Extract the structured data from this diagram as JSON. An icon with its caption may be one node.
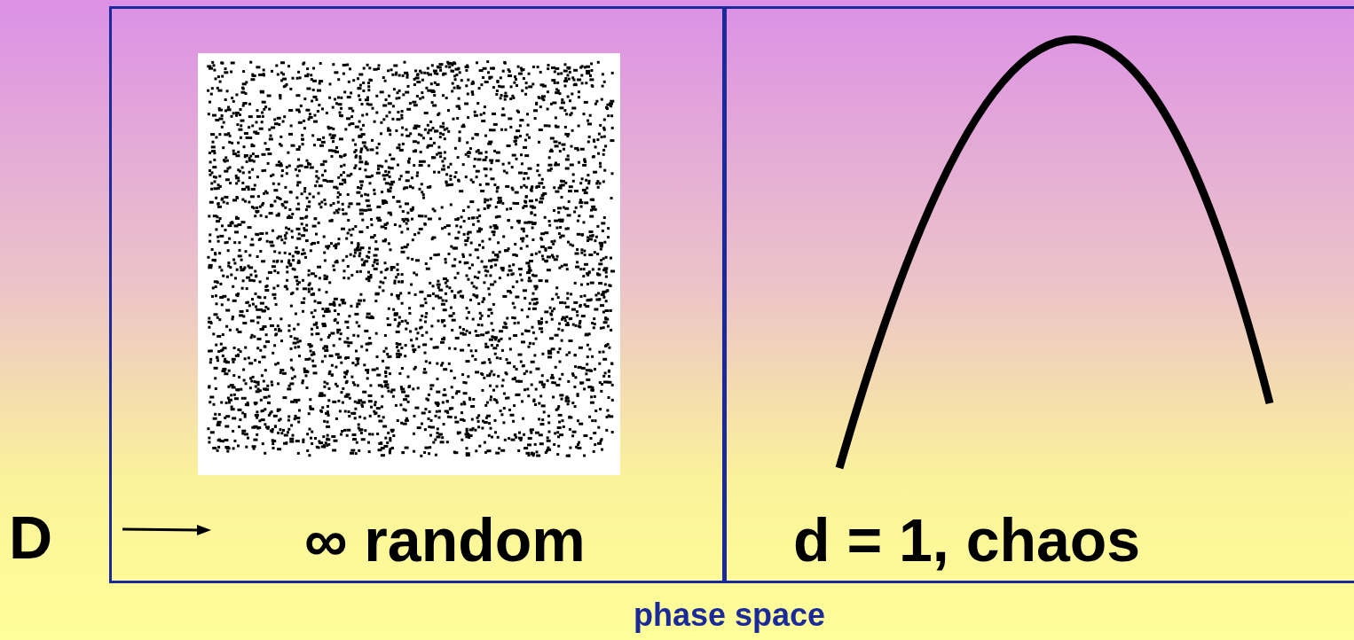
{
  "diagram": {
    "nodes": [
      {
        "text": [
          "∞ random"
        ]
      },
      {
        "text": [],
        "shape": "picture",
        "in": 0
      },
      {
        "text": [
          "d = 1, chaos"
        ]
      }
    ],
    "edges": [],
    "labels": [
      "D",
      "phase space"
    ]
  }
}
